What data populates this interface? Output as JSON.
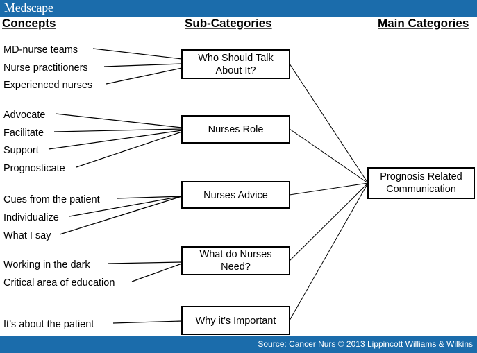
{
  "brand": "Medscape",
  "source": "Source: Cancer Nurs © 2013 Lippincott Williams & Wilkins",
  "headers": {
    "concepts": "Concepts",
    "subcategories": "Sub-Categories",
    "main": "Main Categories"
  },
  "concepts": [
    "MD-nurse teams",
    "Nurse practitioners",
    "Experienced nurses",
    "Advocate",
    "Facilitate",
    "Support",
    "Prognosticate",
    "Cues from the patient",
    "Individualize",
    "What I say",
    "Working in the dark",
    "Critical area of education",
    "It’s about the patient"
  ],
  "subcategories": [
    {
      "lines": [
        "Who Should Talk",
        "About It?"
      ]
    },
    {
      "lines": [
        "Nurses Role"
      ]
    },
    {
      "lines": [
        "Nurses Advice"
      ]
    },
    {
      "lines": [
        "What do Nurses",
        "Need?"
      ]
    },
    {
      "lines": [
        "Why it’s Important"
      ]
    }
  ],
  "main": {
    "lines": [
      "Prognosis Related",
      "Communication"
    ]
  }
}
